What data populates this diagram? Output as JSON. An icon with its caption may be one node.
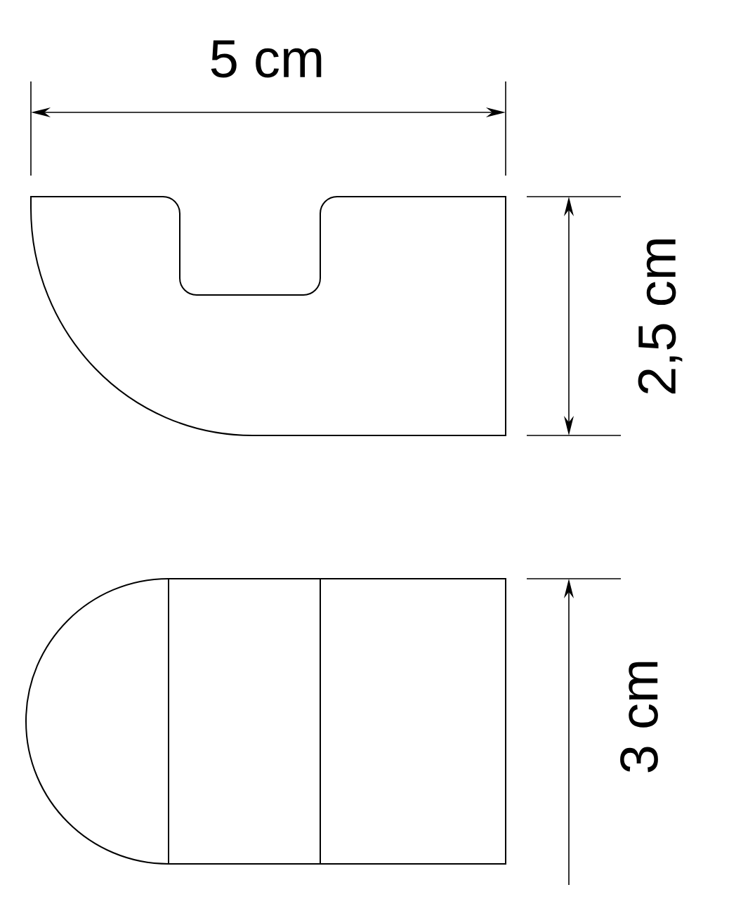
{
  "diagram": {
    "labels": [
      "5 cm",
      "2,5 cm",
      "3 cm"
    ]
  }
}
